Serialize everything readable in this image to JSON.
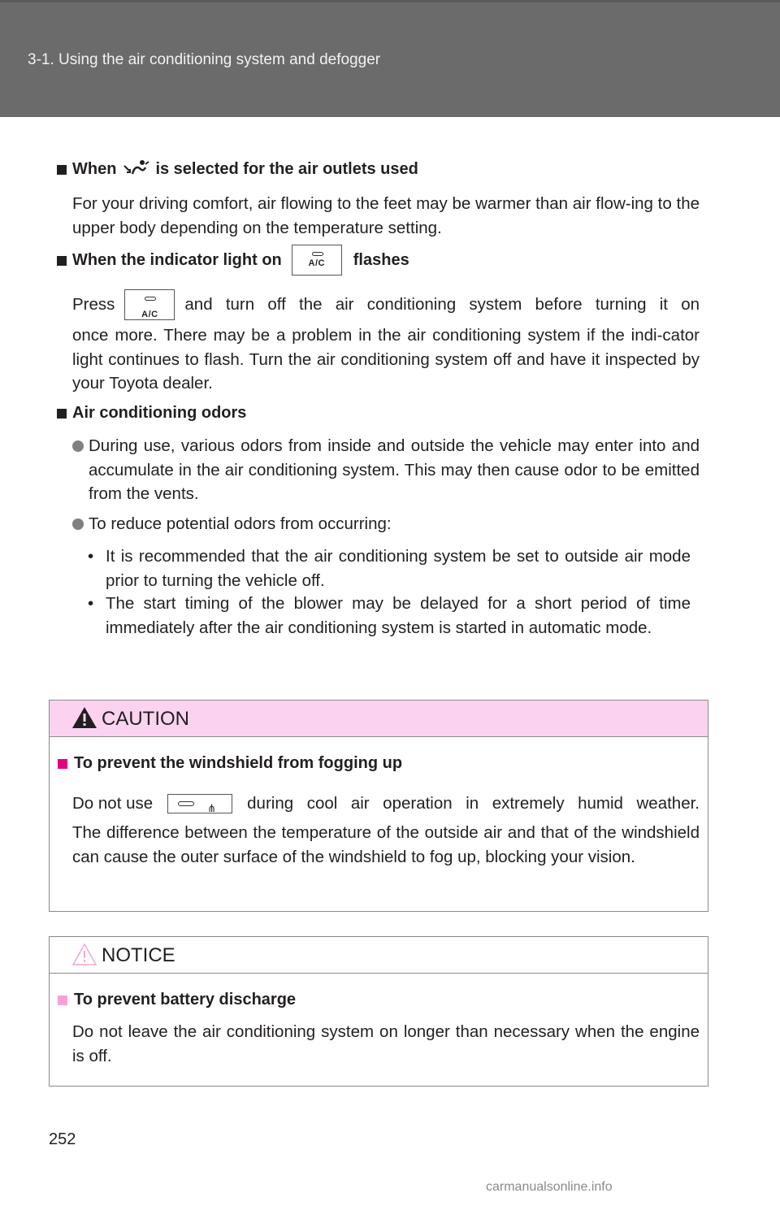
{
  "header": {
    "title": "3-1. Using the air conditioning system and defogger"
  },
  "sections": {
    "s1": {
      "head_pre": "When",
      "head_post": "is selected for the air outlets used",
      "para": "For your driving comfort, air flowing to the feet may be warmer than air flow-ing to the upper body depending on the temperature setting."
    },
    "s2": {
      "head_pre": "When the indicator light on",
      "head_post": "flashes",
      "press": "Press",
      "line1_rest": "and turn off the air conditioning system before turning it on",
      "para_rest": "once more. There may be a problem in the air conditioning system if the indi-cator light continues to flash. Turn the air conditioning system off and have it inspected by your Toyota dealer."
    },
    "s3": {
      "head": "Air conditioning odors",
      "b1": "During use, various odors from inside and outside the vehicle may enter into and accumulate in the air conditioning system. This may then cause odor to be emitted from the vents.",
      "b2": "To reduce potential odors from occurring:",
      "sub1": "It is recommended that the air conditioning system be set to outside air mode prior to turning the vehicle off.",
      "sub2": "The start timing of the blower may be delayed for a short period of time immediately after the air conditioning system is started in automatic mode."
    }
  },
  "buttons": {
    "ac_label": "A/C"
  },
  "caution": {
    "title": "CAUTION",
    "head": "To prevent the windshield from fogging up",
    "line1_pre": "Do not use",
    "line1_post": "during cool air operation in extremely humid weather.",
    "para": "The difference between the temperature of the outside air and that of the windshield can cause the outer surface of the windshield to fog up, blocking your vision."
  },
  "notice": {
    "title": "NOTICE",
    "head": "To prevent battery discharge",
    "para": "Do not leave the air conditioning system on longer than necessary when the engine is off."
  },
  "colors": {
    "header_bg": "#6b6b6b",
    "caution_bg": "#fbd3f0",
    "caution_square": "#e4007f",
    "notice_square": "#f5a3d6",
    "notice_icon": "#f5a3d6"
  },
  "page_number": "252",
  "watermark": "carmanualsonline.info"
}
